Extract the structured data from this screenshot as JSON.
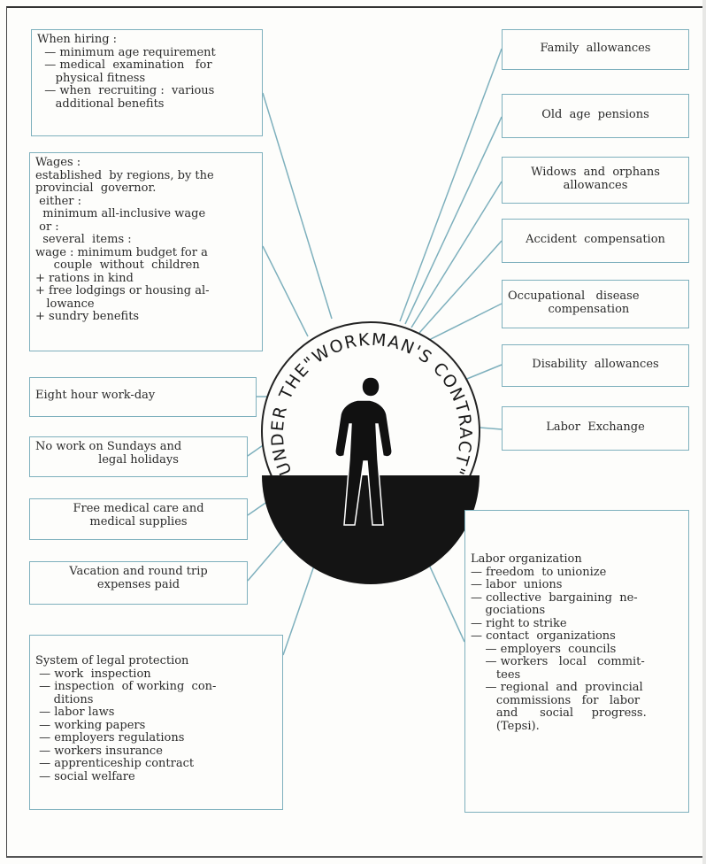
{
  "center": {
    "title": "UNDER THE\"WORKMAN'S CONTRACT\"",
    "icon": "worker-figure-icon"
  },
  "left_boxes": {
    "hiring": [
      "When hiring :",
      "  — minimum age requirement",
      "  — medical  examination   for",
      "     physical fitness",
      "  — when  recruiting :  various",
      "     additional benefits"
    ],
    "wages": [
      "Wages :",
      "established  by regions, by the",
      "provincial  governor.",
      " either :",
      "  minimum all-inclusive wage",
      " or :",
      "  several  items :",
      "wage : minimum budget for a",
      "     couple  without  children",
      "+ rations in kind",
      "+ free lodgings or housing al-",
      "   lowance",
      "+ sundry benefits"
    ],
    "eight_hour": [
      "Eight hour work-day"
    ],
    "sundays": [
      "No work on Sundays and",
      "legal holidays"
    ],
    "medical": [
      "Free medical care and",
      "medical supplies"
    ],
    "vacation": [
      "Vacation and round trip",
      "expenses paid"
    ],
    "legal": [
      "System of legal protection",
      " — work  inspection",
      " — inspection  of working  con-",
      "     ditions",
      " — labor laws",
      " — working papers",
      " — employers regulations",
      " — workers insurance",
      " — apprenticeship contract",
      " — social welfare"
    ]
  },
  "right_boxes": {
    "family": [
      "Family  allowances"
    ],
    "old_age": [
      "Old  age  pensions"
    ],
    "widows": [
      "Widows  and  orphans",
      "allowances"
    ],
    "accident": [
      "Accident  compensation"
    ],
    "occupational": [
      "Occupational   disease",
      "           compensation"
    ],
    "disability": [
      "Disability  allowances"
    ],
    "labor_exchange": [
      "Labor  Exchange"
    ],
    "organization": [
      "Labor organization",
      "— freedom  to unionize",
      "— labor  unions",
      "— collective  bargaining  ne-",
      "    gociations",
      "— right to strike",
      "— contact  organizations",
      "    — employers  councils",
      "    — workers   local   commit-",
      "       tees",
      "    — regional  and  provincial",
      "       commissions   for   labor",
      "       and      social     progress.",
      "       (Tepsi)."
    ]
  }
}
